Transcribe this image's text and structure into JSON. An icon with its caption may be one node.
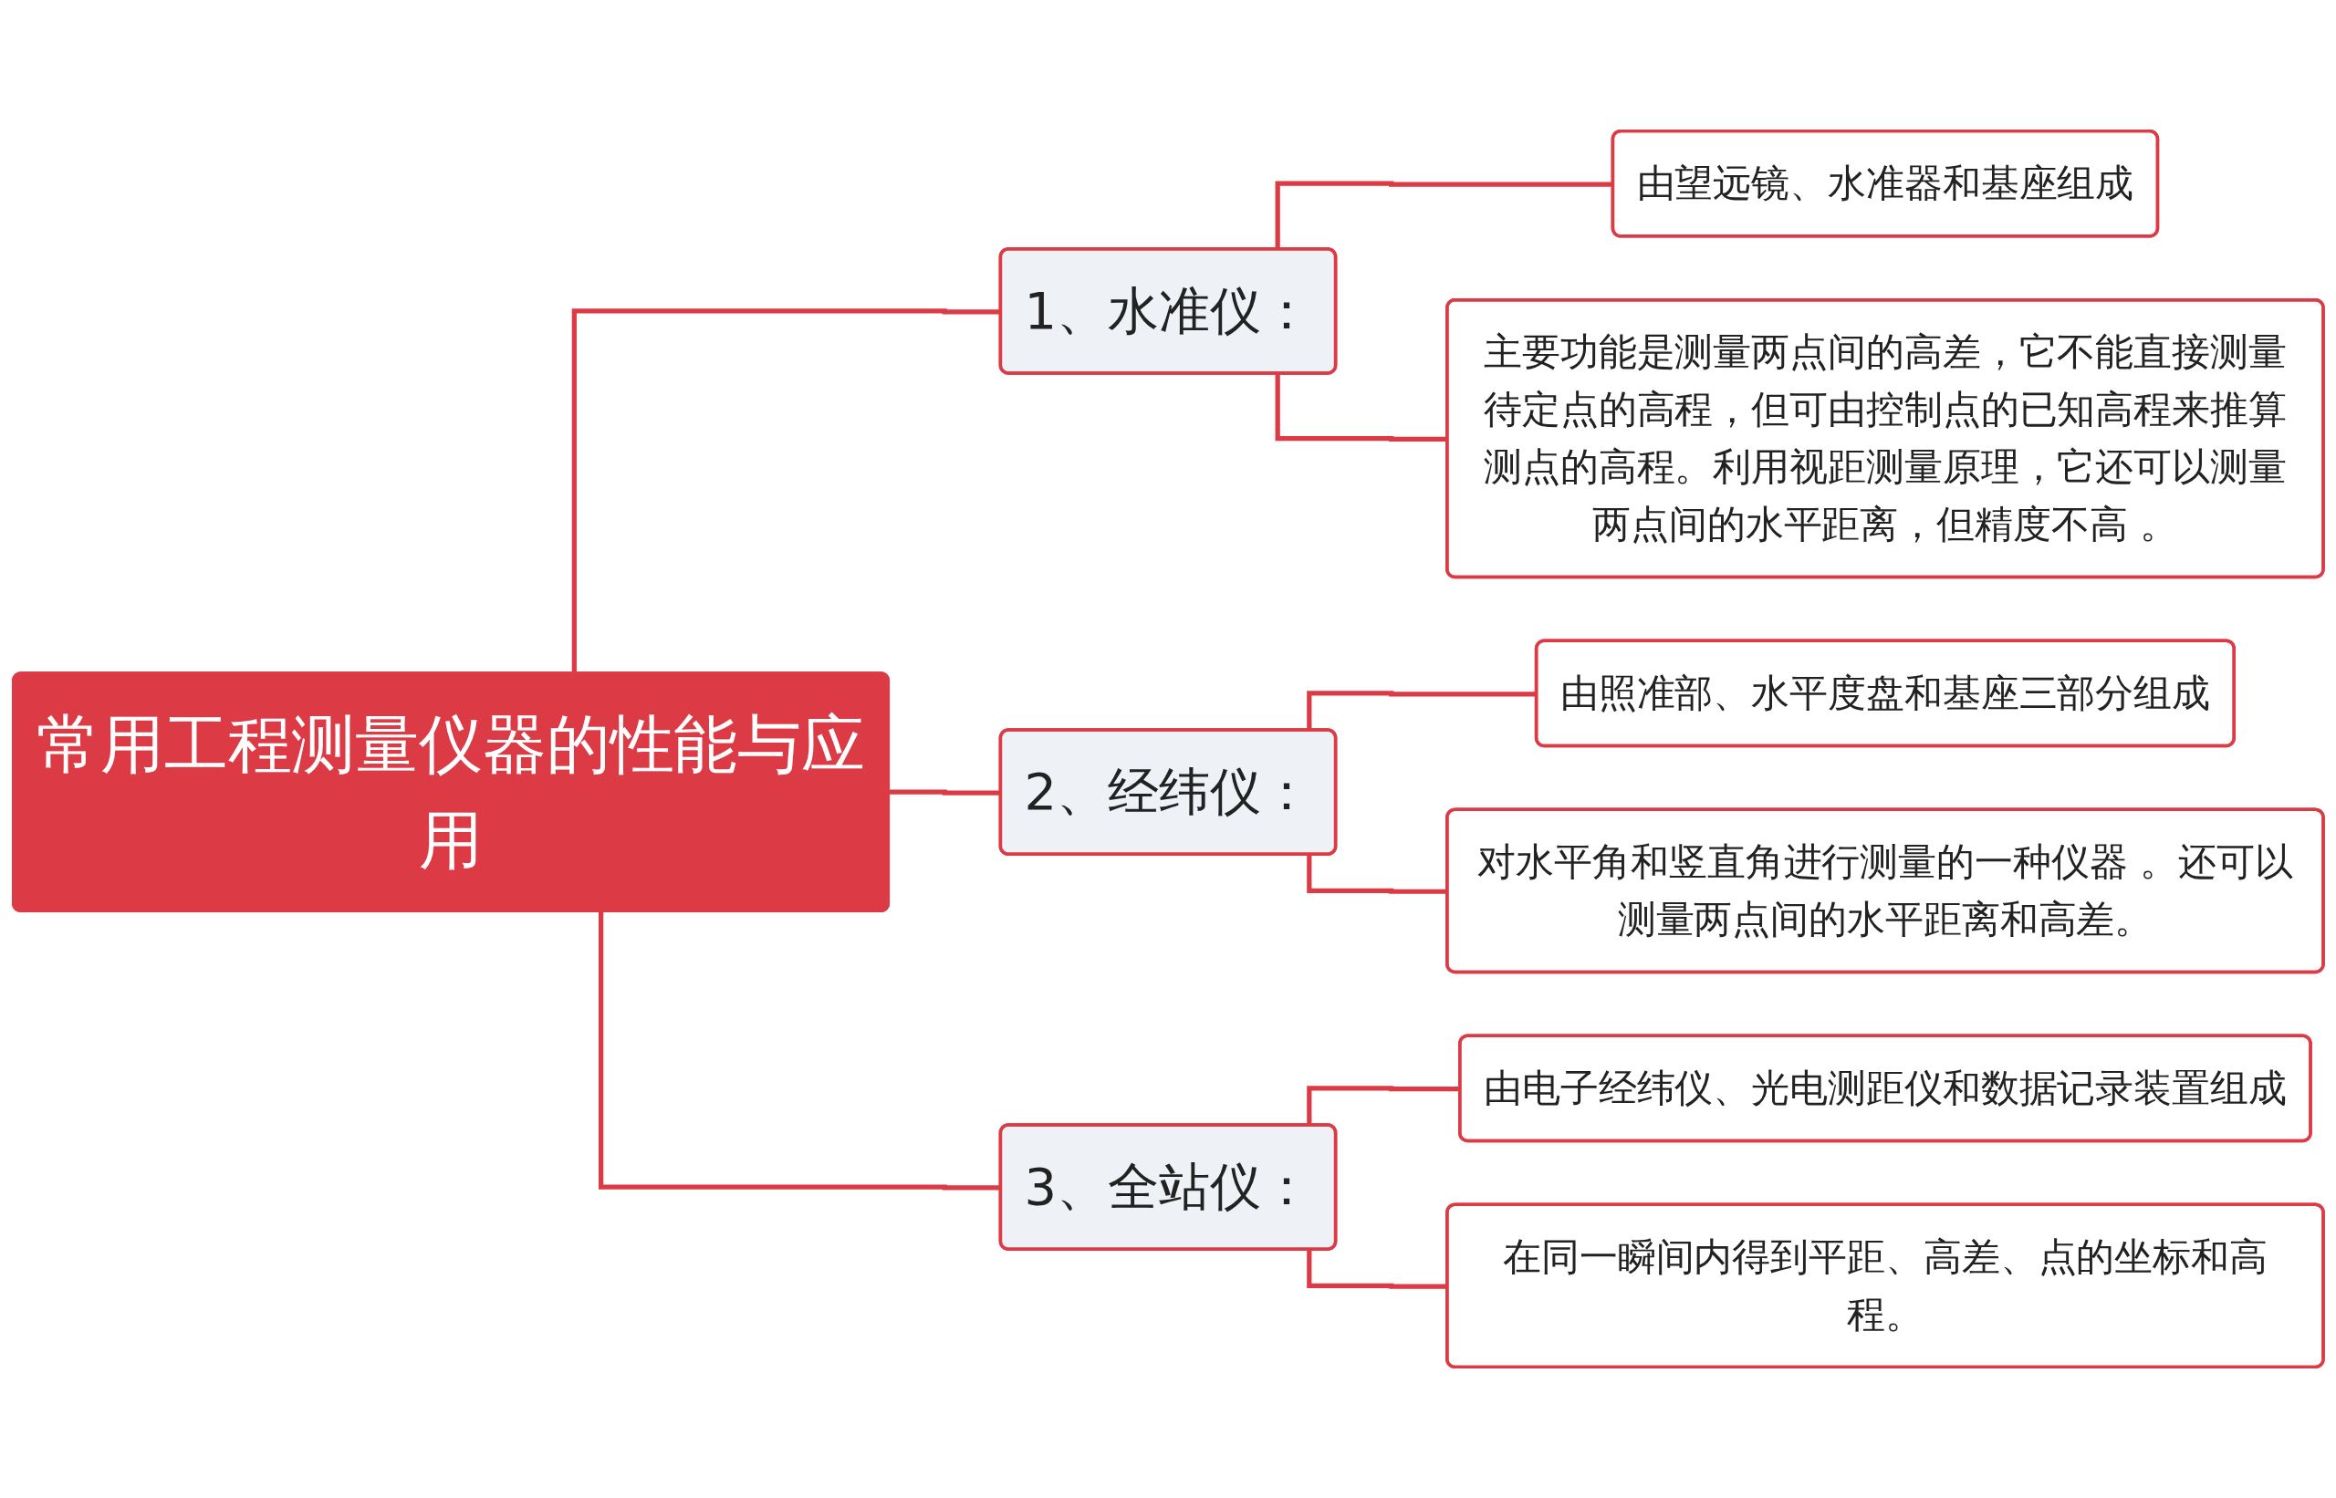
{
  "diagram": {
    "nodes": [
      {
        "text": [
          "常用工程测量仪器的性能与应用"
        ]
      },
      {
        "text": [
          "1、水准仪："
        ]
      },
      {
        "text": [
          "由望远镜、水准器和基座组成"
        ]
      },
      {
        "text": [
          "主要功能是测量两点间的高差，它不能直接测量待定点的高程，但可由控制点的已知高程来推算测点的高程。利用视距测量原理，它还可以测量两点间的水平距离，但精度不高 。"
        ]
      },
      {
        "text": [
          "2、经纬仪："
        ]
      },
      {
        "text": [
          "由照准部、水平度盘和基座三部分组成"
        ]
      },
      {
        "text": [
          "对水平角和竖直角进行测量的一种仪器 。还可以测量两点间的水平距离和高差。"
        ]
      },
      {
        "text": [
          "3、全站仪："
        ]
      },
      {
        "text": [
          "由电子经纬仪、光电测距仪和数据记录装置组成"
        ]
      },
      {
        "text": [
          "在同一瞬间内得到平距、高差、点的坐标和高程。"
        ]
      }
    ],
    "edges": [
      {
        "from": 0,
        "to": 1,
        "arrow": "none"
      },
      {
        "from": 1,
        "to": 2,
        "arrow": "none"
      },
      {
        "from": 1,
        "to": 3,
        "arrow": "none"
      },
      {
        "from": 0,
        "to": 4,
        "arrow": "none"
      },
      {
        "from": 4,
        "to": 5,
        "arrow": "none"
      },
      {
        "from": 4,
        "to": 6,
        "arrow": "none"
      },
      {
        "from": 0,
        "to": 7,
        "arrow": "none"
      },
      {
        "from": 7,
        "to": 8,
        "arrow": "none"
      },
      {
        "from": 7,
        "to": 9,
        "arrow": "none"
      }
    ]
  }
}
